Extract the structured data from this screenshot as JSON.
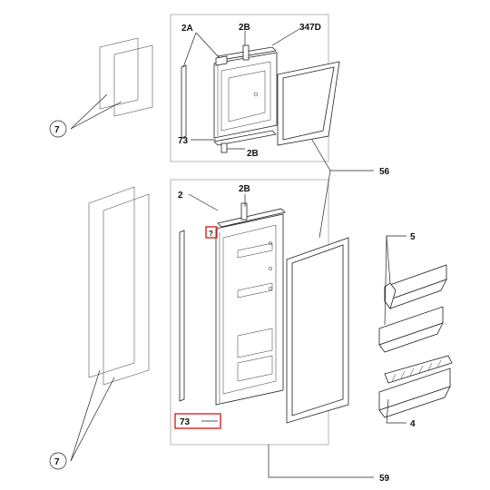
{
  "callouts": {
    "c_2A": "2A",
    "c_2B_top": "2B",
    "c_347D": "347D",
    "c_7_upper": "7",
    "c_73_upper": "73",
    "c_2B_upper_bottom": "2B",
    "c_56": "56",
    "c_2": "2",
    "c_2B_lower": "2B",
    "c_5": "5",
    "c_marker": "?",
    "c_73_lower": "73",
    "c_4": "4",
    "c_7_lower": "7",
    "c_59": "59"
  },
  "colors": {
    "highlight": "#d22222",
    "line": "#222222",
    "background": "#ffffff"
  }
}
